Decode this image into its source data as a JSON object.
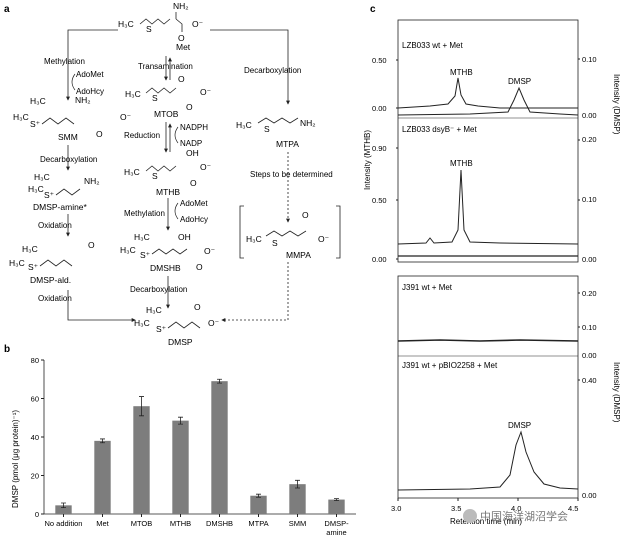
{
  "panel_a": {
    "letter": "a",
    "molecules": {
      "met": "Met",
      "mtob": "MTOB",
      "mthb": "MTHB",
      "dmshb": "DMSHB",
      "smm": "SMM",
      "dmsp_amine": "DMSP-amine*",
      "dmsp_ald": "DMSP-ald.",
      "mtpa": "MTPA",
      "mmpa": "MMPA",
      "dmsp": "DMSP"
    },
    "steps": {
      "methylation_left": "Methylation",
      "adomet_left": "AdoMet",
      "adohcy_left": "AdoHcy",
      "transamination": "Transamination",
      "decarboxylation_right": "Decarboxylation",
      "reduction": "Reduction",
      "nadph": "NADPH",
      "nadp": "NADP",
      "steps_tbd": "Steps to be determined",
      "decarboxylation_left": "Decarboxylation",
      "oxidation_1": "Oxidation",
      "oxidation_2": "Oxidation",
      "methylation_center": "Methylation",
      "adomet_center": "AdoMet",
      "adohcy_center": "AdoHcy",
      "decarboxylation_center": "Decarboxylation"
    }
  },
  "panel_b": {
    "letter": "b",
    "chart_data": {
      "type": "bar",
      "categories": [
        "No addition",
        "Met",
        "MTOB",
        "MTHB",
        "DMSHB",
        "MTPA",
        "SMM",
        "DMSP-amine"
      ],
      "values": [
        4.5,
        38,
        56,
        48.5,
        69,
        9.5,
        15.5,
        7.5
      ],
      "errors": [
        1.2,
        1.0,
        5.0,
        1.8,
        1.0,
        0.8,
        2.0,
        0.5
      ],
      "ylabel": "DMSP (pmol (μg protein)⁻¹)",
      "yticks": [
        0,
        20,
        40,
        60,
        80
      ],
      "ylim": [
        0,
        80
      ],
      "bar_color": "#7d7d7d"
    }
  },
  "panel_c": {
    "letter": "c",
    "xlabel": "Retention time (min)",
    "xticks": [
      "3.0",
      "3.5",
      "4.0",
      "4.5"
    ],
    "ylabel_left": "Intensity (MTHB)",
    "ylabel_right_top": "Intensity (DMSP)",
    "ylabel_right_bottom": "Intensity (DMSP)",
    "traces": [
      {
        "label": "LZB033 wt + Met",
        "left_ticks": [
          "0.50",
          "0.00"
        ],
        "right_ticks": [
          "0.10",
          "0.00"
        ],
        "peaks": [
          "MTHB",
          "DMSP"
        ]
      },
      {
        "label": "LZB033 dsyB⁻ + Met",
        "left_ticks": [
          "0.90",
          "0.50",
          "0.00"
        ],
        "right_ticks": [
          "0.20",
          "0.10",
          "0.00"
        ],
        "peaks": [
          "MTHB"
        ]
      },
      {
        "label": "J391 wt + Met",
        "left_ticks": [],
        "right_ticks": [
          "0.20",
          "0.10",
          "0.00"
        ],
        "peaks": []
      },
      {
        "label": "J391 wt + pBIO2258 + Met",
        "left_ticks": [],
        "right_ticks": [
          "0.40",
          "0.00"
        ],
        "peaks": [
          "DMSP"
        ]
      }
    ]
  },
  "watermark": "中国海洋湖沼学会"
}
